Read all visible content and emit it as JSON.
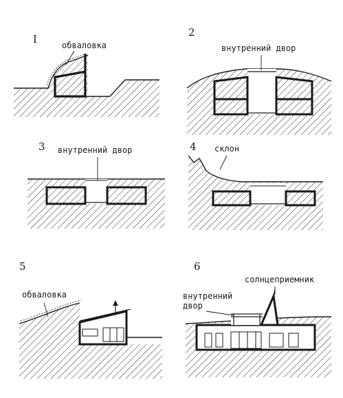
{
  "panels": [
    {
      "number": "I",
      "labels": [
        "обваловка"
      ]
    },
    {
      "number": "2",
      "labels": [
        "внутренний двор"
      ]
    },
    {
      "number": "3",
      "labels": [
        "внутренний двор"
      ]
    },
    {
      "number": "4",
      "labels": [
        "склон"
      ]
    },
    {
      "number": "5",
      "labels": [
        "обваловка"
      ]
    },
    {
      "number": "6",
      "labels": [
        "солнцеприемник",
        "внутренний",
        "двор"
      ]
    }
  ]
}
